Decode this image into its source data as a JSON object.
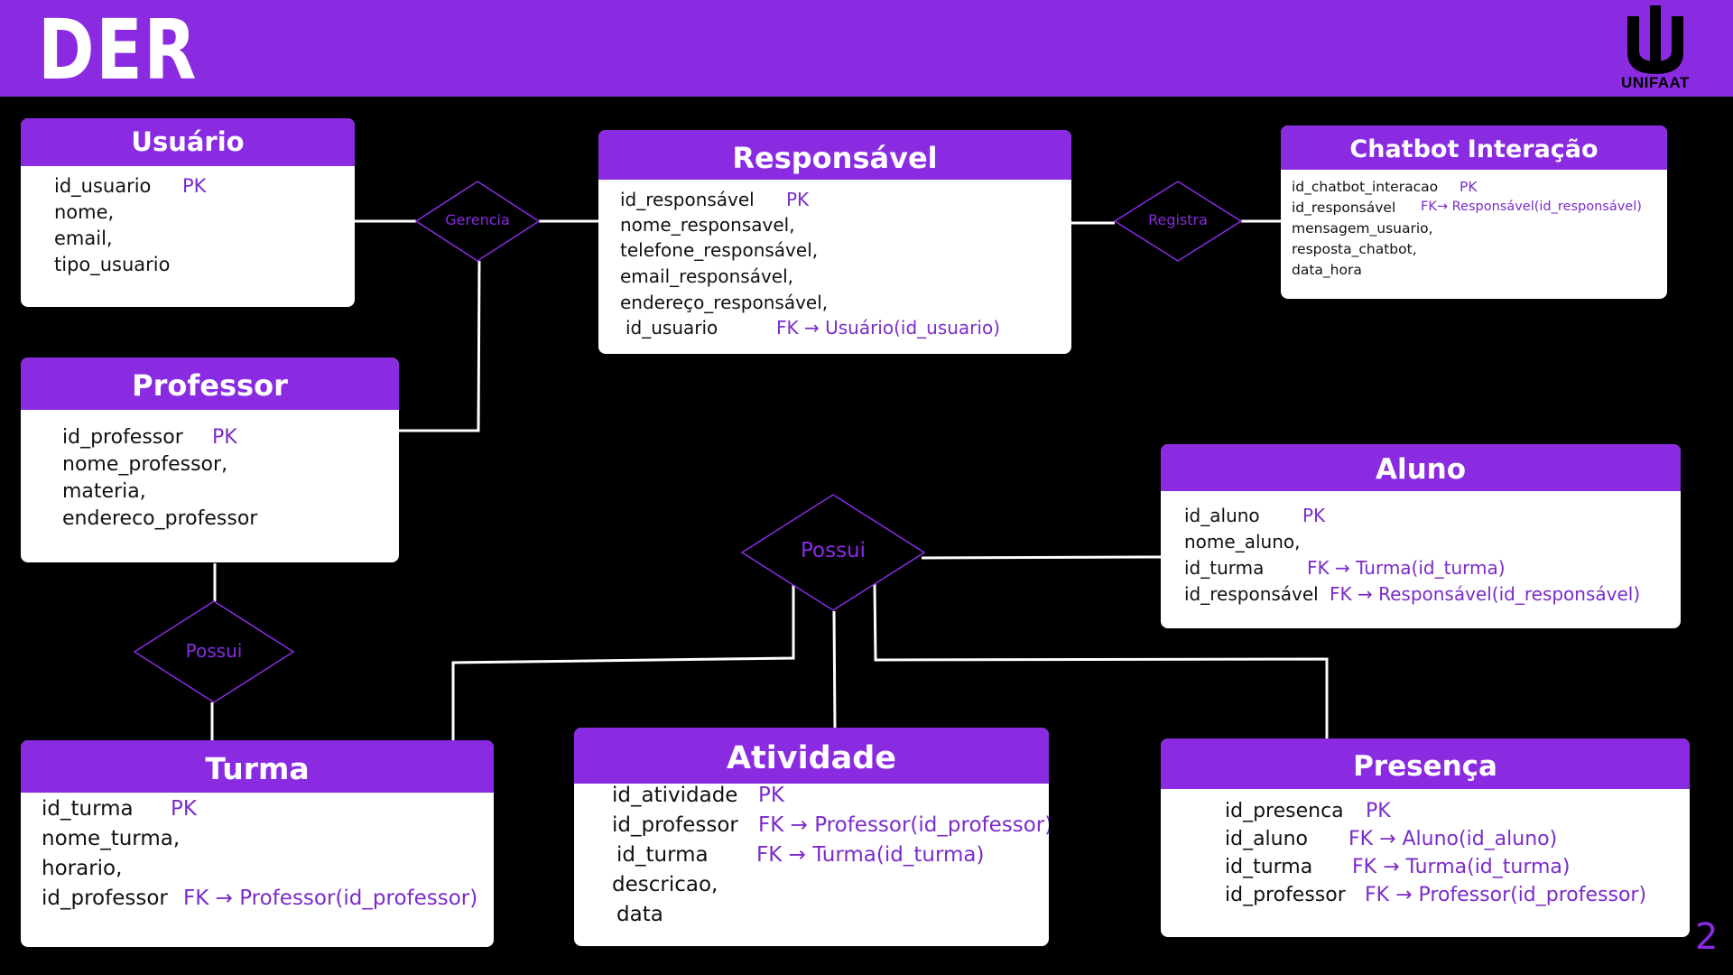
{
  "page_title": "DER",
  "logo_text": "UNIFAAT",
  "page_number": "2",
  "colors": {
    "accent": "#8a2be2",
    "key": "#7b2cc9",
    "background": "#000000"
  },
  "entities": {
    "usuario": {
      "name": "Usuário",
      "attrs": [
        "id_usuario",
        "nome,",
        "email,",
        "tipo_usuario"
      ],
      "keys": [
        "PK"
      ]
    },
    "professor": {
      "name": "Professor",
      "attrs": [
        "id_professor",
        "nome_professor,",
        "materia,",
        "endereco_professor"
      ],
      "keys": [
        "PK"
      ]
    },
    "responsavel": {
      "name": "Responsável",
      "attrs": [
        "id_responsável",
        "nome_responsavel,",
        "telefone_responsável,",
        "email_responsável,",
        "endereço_responsável,",
        "id_usuario"
      ],
      "keys": [
        "PK",
        "FK → Usuário(id_usuario)"
      ]
    },
    "chatbot": {
      "name": "Chatbot Interação",
      "attrs": [
        "id_chatbot_interacao",
        "id_responsável",
        "mensagem_usuario,",
        "resposta_chatbot,",
        "data_hora"
      ],
      "keys": [
        "PK",
        "FK→ Responsável(id_responsável)"
      ]
    },
    "aluno": {
      "name": "Aluno",
      "attrs": [
        "id_aluno",
        "nome_aluno,",
        "id_turma",
        "id_responsável"
      ],
      "keys": [
        "PK",
        "FK → Turma(id_turma)",
        "FK → Responsável(id_responsável)"
      ]
    },
    "turma": {
      "name": "Turma",
      "attrs": [
        "id_turma",
        "nome_turma,",
        "horario,",
        "id_professor"
      ],
      "keys": [
        "PK",
        "FK → Professor(id_professor)"
      ]
    },
    "atividade": {
      "name": "Atividade",
      "attrs": [
        "id_atividade",
        "id_professor",
        "id_turma",
        "descricao,",
        "data"
      ],
      "keys": [
        "PK",
        "FK → Professor(id_professor)",
        "FK → Turma(id_turma)"
      ]
    },
    "presenca": {
      "name": "Presença",
      "attrs": [
        "id_presenca",
        "id_aluno",
        "id_turma",
        "id_professor"
      ],
      "keys": [
        "PK",
        "FK → Aluno(id_aluno)",
        "FK → Turma(id_turma)",
        "FK → Professor(id_professor)"
      ]
    }
  },
  "relationships": {
    "gerencia": "Gerencia",
    "registra": "Registra",
    "possui_main": "Possui",
    "possui_turma": "Possui"
  }
}
